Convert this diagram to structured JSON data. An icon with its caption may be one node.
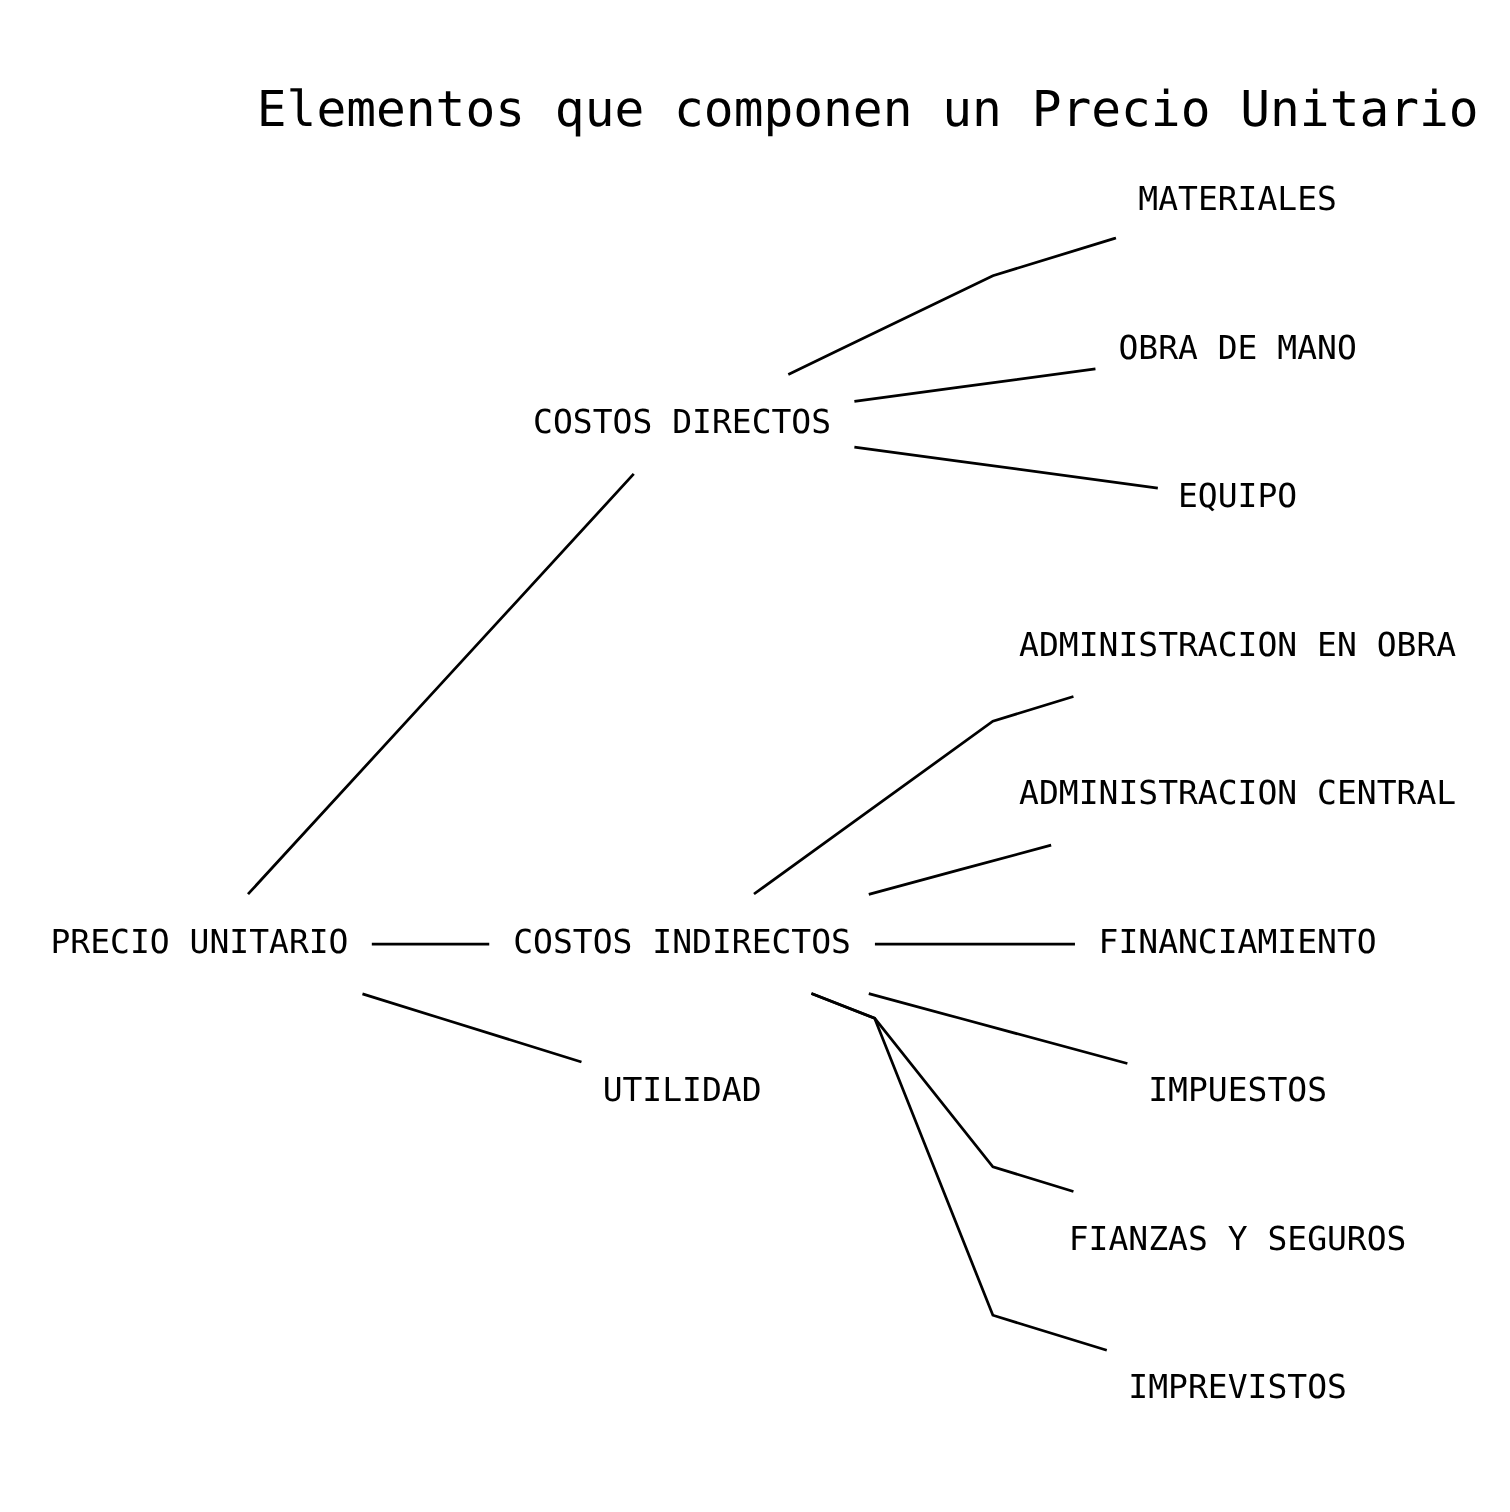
{
  "diagram": {
    "title": "Elementos que componen un Precio Unitario",
    "nodes": [
      {
        "text": [
          "PRECIO UNITARIO"
        ]
      },
      {
        "text": [
          "COSTOS DIRECTOS"
        ]
      },
      {
        "text": [
          "MATERIALES"
        ]
      },
      {
        "text": [
          "OBRA DE MANO"
        ]
      },
      {
        "text": [
          "EQUIPO"
        ]
      },
      {
        "text": [
          "COSTOS INDIRECTOS"
        ]
      },
      {
        "text": [
          "ADMINISTRACION EN OBRA"
        ]
      },
      {
        "text": [
          "ADMINISTRACION CENTRAL"
        ]
      },
      {
        "text": [
          "FINANCIAMIENTO"
        ]
      },
      {
        "text": [
          "IMPUESTOS"
        ]
      },
      {
        "text": [
          "FIANZAS Y SEGUROS"
        ]
      },
      {
        "text": [
          "IMPREVISTOS"
        ]
      },
      {
        "text": [
          "UTILIDAD"
        ]
      }
    ],
    "edges": [
      {
        "from": 0,
        "to": 1,
        "arrow": "none"
      },
      {
        "from": 0,
        "to": 5,
        "arrow": "none"
      },
      {
        "from": 0,
        "to": 12,
        "arrow": "none"
      },
      {
        "from": 1,
        "to": 2,
        "arrow": "none"
      },
      {
        "from": 1,
        "to": 3,
        "arrow": "none"
      },
      {
        "from": 1,
        "to": 4,
        "arrow": "none"
      },
      {
        "from": 5,
        "to": 6,
        "arrow": "none"
      },
      {
        "from": 5,
        "to": 7,
        "arrow": "none"
      },
      {
        "from": 5,
        "to": 8,
        "arrow": "none"
      },
      {
        "from": 5,
        "to": 9,
        "arrow": "none"
      },
      {
        "from": 5,
        "to": 10,
        "arrow": "none"
      },
      {
        "from": 5,
        "to": 11,
        "arrow": "none"
      }
    ]
  }
}
